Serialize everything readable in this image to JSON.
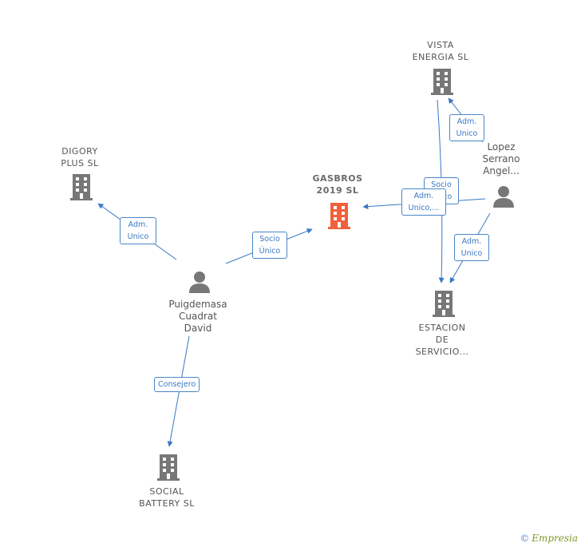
{
  "colors": {
    "edge": "#3a78c4",
    "company_icon": "#777777",
    "main_company_icon": "#f0603a",
    "person_icon": "#777777"
  },
  "nodes": {
    "gasbros": {
      "line1": "GASBROS",
      "line2": "2019  SL",
      "icon": "building-icon",
      "main": true
    },
    "vista": {
      "line1": "VISTA",
      "line2": "ENERGIA  SL",
      "icon": "building-icon"
    },
    "digory": {
      "line1": "DIGORY",
      "line2": "PLUS SL",
      "icon": "building-icon"
    },
    "estacion": {
      "line1": "ESTACION",
      "line2": "DE",
      "line3": "SERVICIO...",
      "icon": "building-icon"
    },
    "social": {
      "line1": "SOCIAL",
      "line2": "BATTERY  SL",
      "icon": "building-icon"
    },
    "puigdemasa": {
      "line1": "Puigdemasa",
      "line2": "Cuadrat",
      "line3": "David",
      "icon": "person-icon"
    },
    "lopez": {
      "line1": "Lopez",
      "line2": "Serrano",
      "line3": "Angel...",
      "icon": "person-icon"
    }
  },
  "edges": {
    "puig_digory": {
      "line1": "Adm.",
      "line2": "Unico"
    },
    "puig_gasbros": {
      "line1": "Socio",
      "line2": "Único"
    },
    "puig_social": {
      "line1": "Consejero"
    },
    "lopez_vista": {
      "line1": "Adm.",
      "line2": "Unico"
    },
    "lopez_estacion_socio": {
      "line1": "Socio",
      "line2": "Único"
    },
    "lopez_gasbros": {
      "line1": "Adm.",
      "line2": "Unico,..."
    },
    "lopez_estacion_adm": {
      "line1": "Adm.",
      "line2": "Unico"
    }
  },
  "brand": {
    "copyright": "©",
    "name": "Empresia"
  }
}
